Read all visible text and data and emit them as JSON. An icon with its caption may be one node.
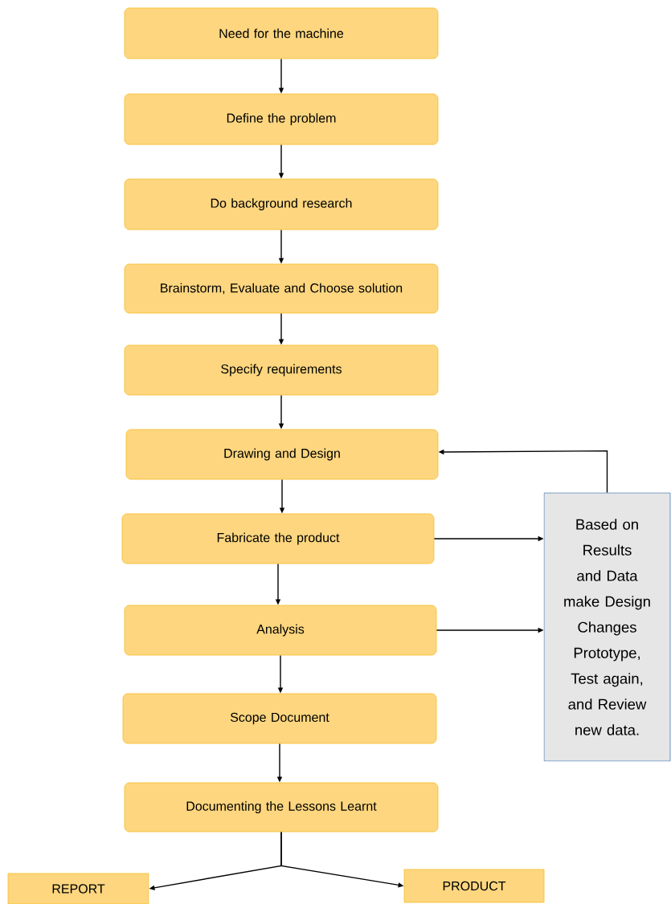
{
  "diagram": {
    "nodes": [
      {
        "text": [
          "Need for the machine"
        ]
      },
      {
        "text": [
          "Define the problem"
        ]
      },
      {
        "text": [
          "Do background research"
        ]
      },
      {
        "text": [
          "Brainstorm, Evaluate and Choose solution"
        ]
      },
      {
        "text": [
          "Specify requirements"
        ]
      },
      {
        "text": [
          "Drawing and Design"
        ]
      },
      {
        "text": [
          "Fabricate the product"
        ]
      },
      {
        "text": [
          "Analysis"
        ]
      },
      {
        "text": [
          "Scope Document"
        ]
      },
      {
        "text": [
          "Documenting the Lessons Learnt"
        ]
      },
      {
        "text": [
          "Based on Results and Data make Design Changes Prototype, Test again, and Review new data."
        ]
      },
      {
        "text": [
          "REPORT"
        ]
      },
      {
        "text": [
          "PRODUCT"
        ]
      }
    ],
    "edges": [
      {
        "from": 0,
        "to": 1,
        "arrow": "to"
      },
      {
        "from": 1,
        "to": 2,
        "arrow": "to"
      },
      {
        "from": 2,
        "to": 3,
        "arrow": "to"
      },
      {
        "from": 3,
        "to": 4,
        "arrow": "to"
      },
      {
        "from": 4,
        "to": 5,
        "arrow": "to"
      },
      {
        "from": 5,
        "to": 6,
        "arrow": "to"
      },
      {
        "from": 6,
        "to": 7,
        "arrow": "to"
      },
      {
        "from": 7,
        "to": 8,
        "arrow": "to"
      },
      {
        "from": 8,
        "to": 9,
        "arrow": "to"
      },
      {
        "from": 6,
        "to": 10,
        "arrow": "to"
      },
      {
        "from": 7,
        "to": 10,
        "arrow": "to"
      },
      {
        "from": 10,
        "to": 5,
        "arrow": "to"
      },
      {
        "from": 9,
        "to": 11,
        "arrow": "to"
      },
      {
        "from": 9,
        "to": 12,
        "arrow": "to"
      }
    ]
  }
}
